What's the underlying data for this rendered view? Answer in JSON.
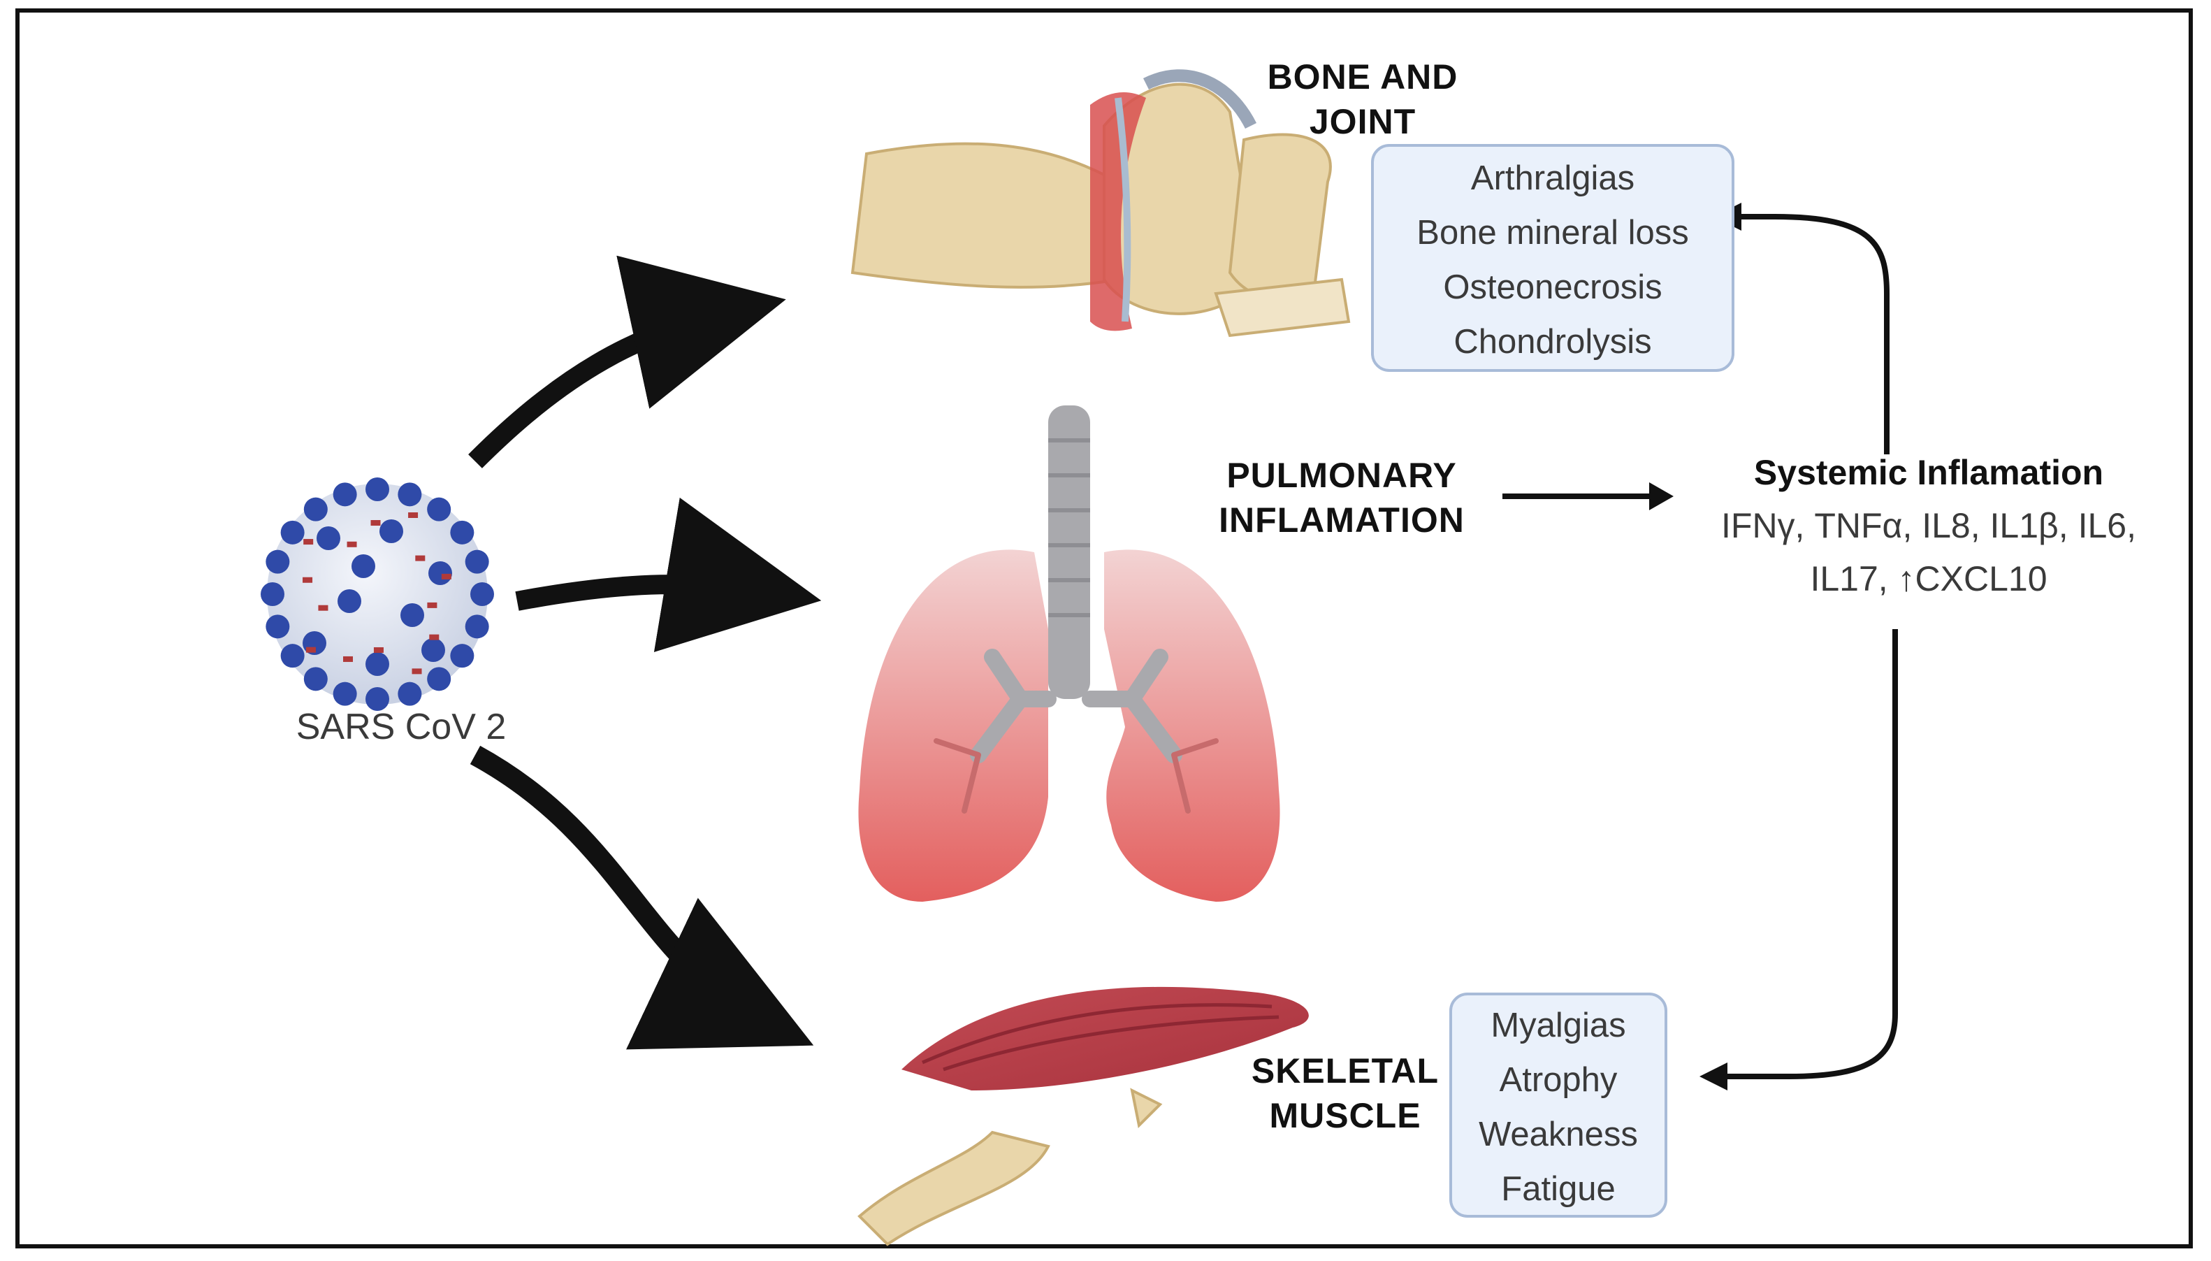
{
  "labels": {
    "bone_joint_line1": "BONE AND",
    "bone_joint_line2": "JOINT",
    "pulmonary_line1": "PULMONARY",
    "pulmonary_line2": "INFLAMATION",
    "skeletal_line1": "SKELETAL",
    "skeletal_line2": "MUSCLE",
    "virus": "SARS CoV 2"
  },
  "bone_box": [
    "Arthralgias",
    "Bone mineral loss",
    "Osteonecrosis",
    "Chondrolysis"
  ],
  "muscle_box": [
    "Myalgias",
    "Atrophy",
    "Weakness",
    "Fatigue"
  ],
  "systemic": {
    "title": "Systemic Inflamation",
    "line1": "IFNγ, TNFα, IL8, IL1β, IL6,",
    "line2": "IL17, ↑CXCL10"
  },
  "colors": {
    "bone": "#e9d6aa",
    "bone_dark": "#c9ad74",
    "joint_red": "#d85050",
    "lung": "#e77a78",
    "trachea": "#a9a9ad",
    "muscle": "#b53b44",
    "virus_spike": "#2f4aa8",
    "virus_body": "#dde3ef",
    "box_fill": "#eaf1fb",
    "box_border": "#a8bbd8"
  },
  "icons": [
    "virus-icon",
    "bone-joint-icon",
    "lungs-icon",
    "muscle-icon"
  ]
}
